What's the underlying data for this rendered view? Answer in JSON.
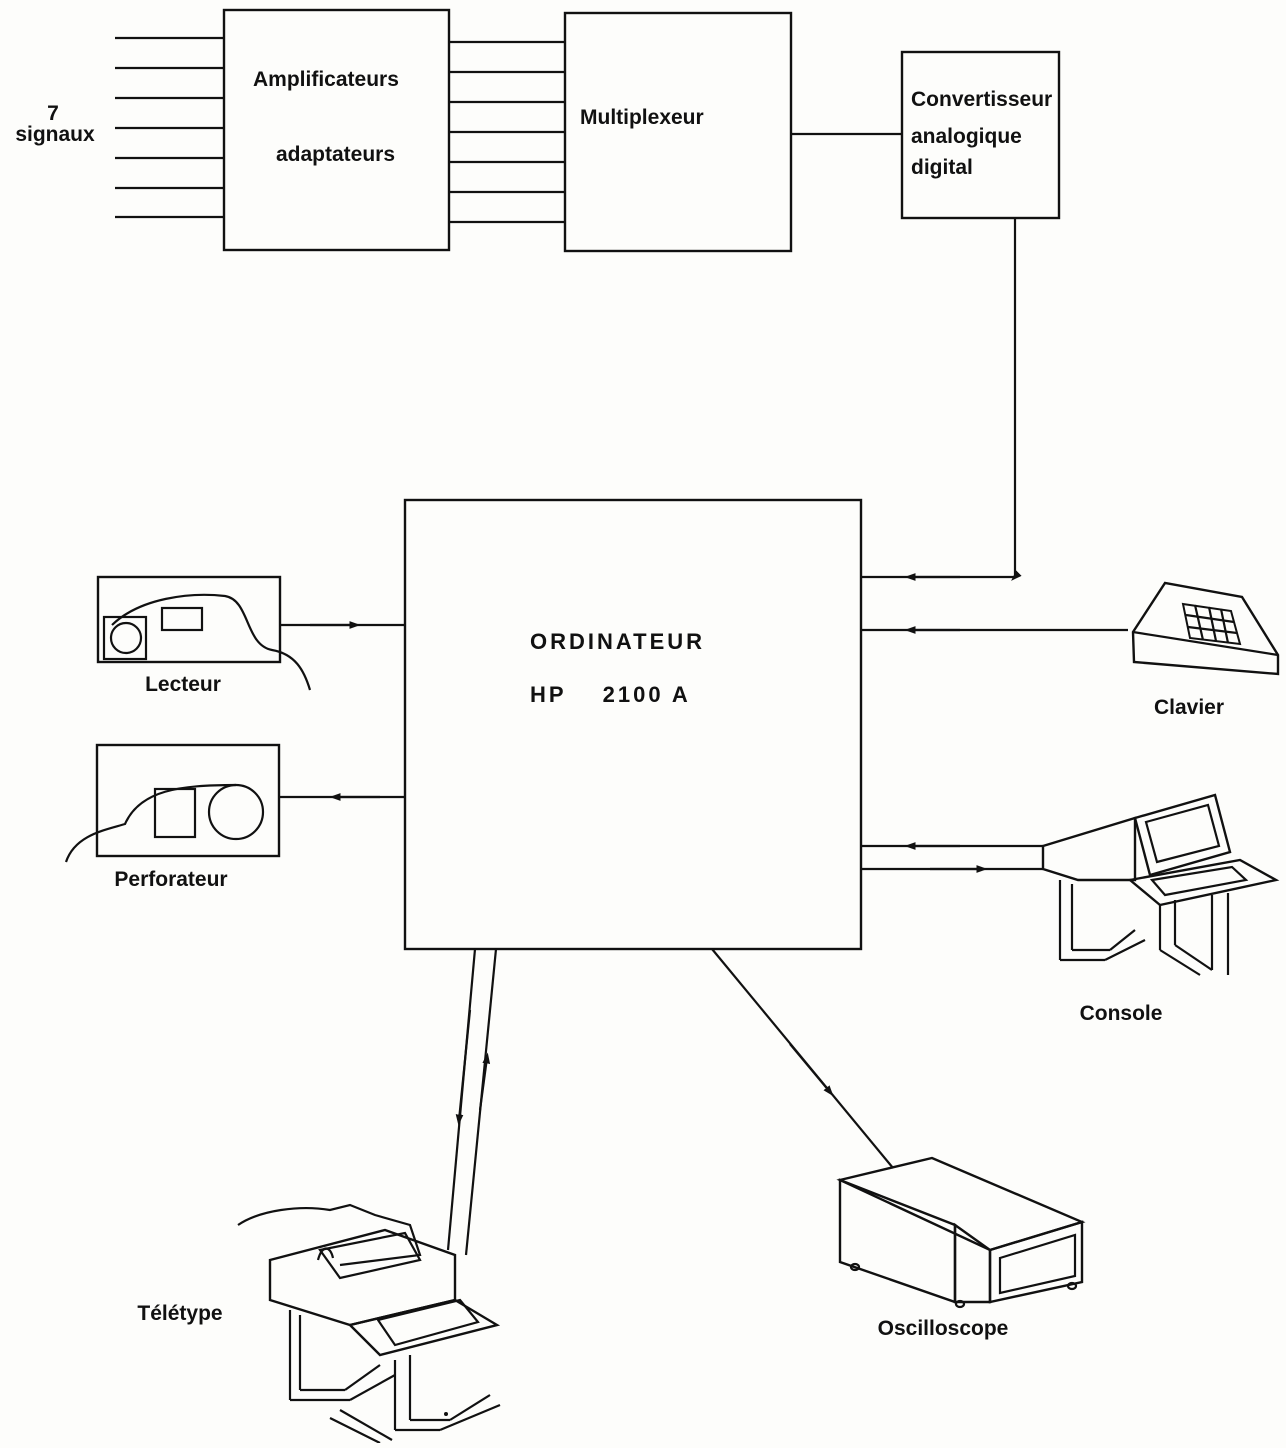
{
  "signals": {
    "count": "7",
    "label": "signaux"
  },
  "blocks": {
    "amplifiers": {
      "line1": "Amplificateurs",
      "line2": "adaptateurs"
    },
    "multiplexer": {
      "label": "Multiplexeur"
    },
    "converter": {
      "line1": "Convertisseur",
      "line2": "analogique",
      "line3": "digital"
    },
    "computer": {
      "line1": "ORDINATEUR",
      "line2": "HP    2100 A"
    }
  },
  "peripherals": {
    "reader": "Lecteur",
    "punch": "Perforateur",
    "keyboard": "Clavier",
    "console": "Console",
    "teletype": "Télétype",
    "oscilloscope": "Oscilloscope"
  },
  "style": {
    "ink": "#111111",
    "paper": "#fdfdfb"
  }
}
